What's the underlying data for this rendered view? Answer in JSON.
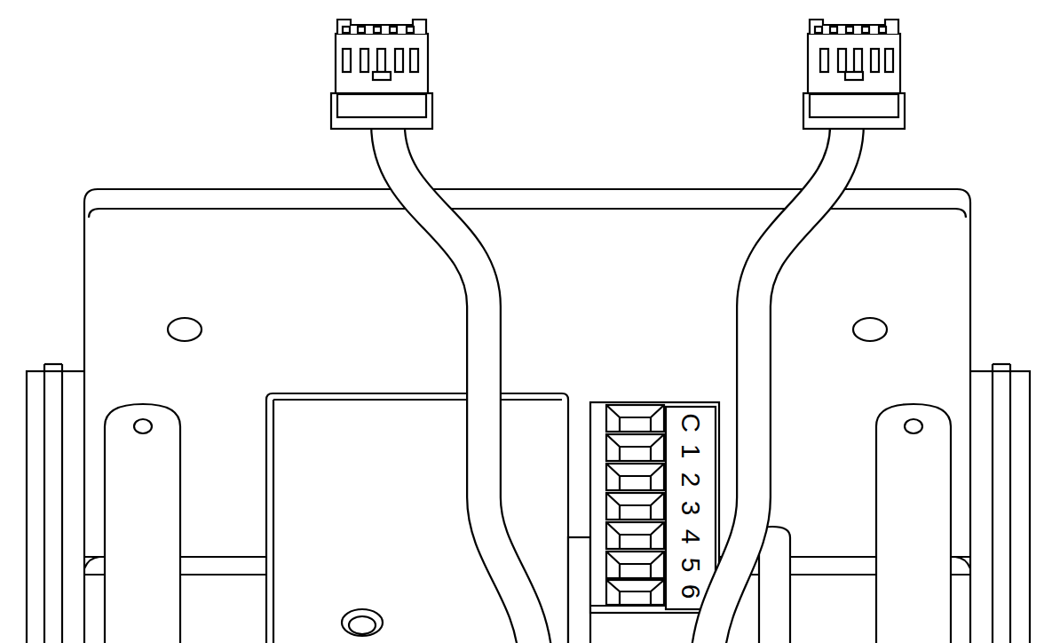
{
  "diagram": {
    "labels": [
      "C",
      "1",
      "2",
      "3",
      "4",
      "5",
      "6"
    ]
  }
}
